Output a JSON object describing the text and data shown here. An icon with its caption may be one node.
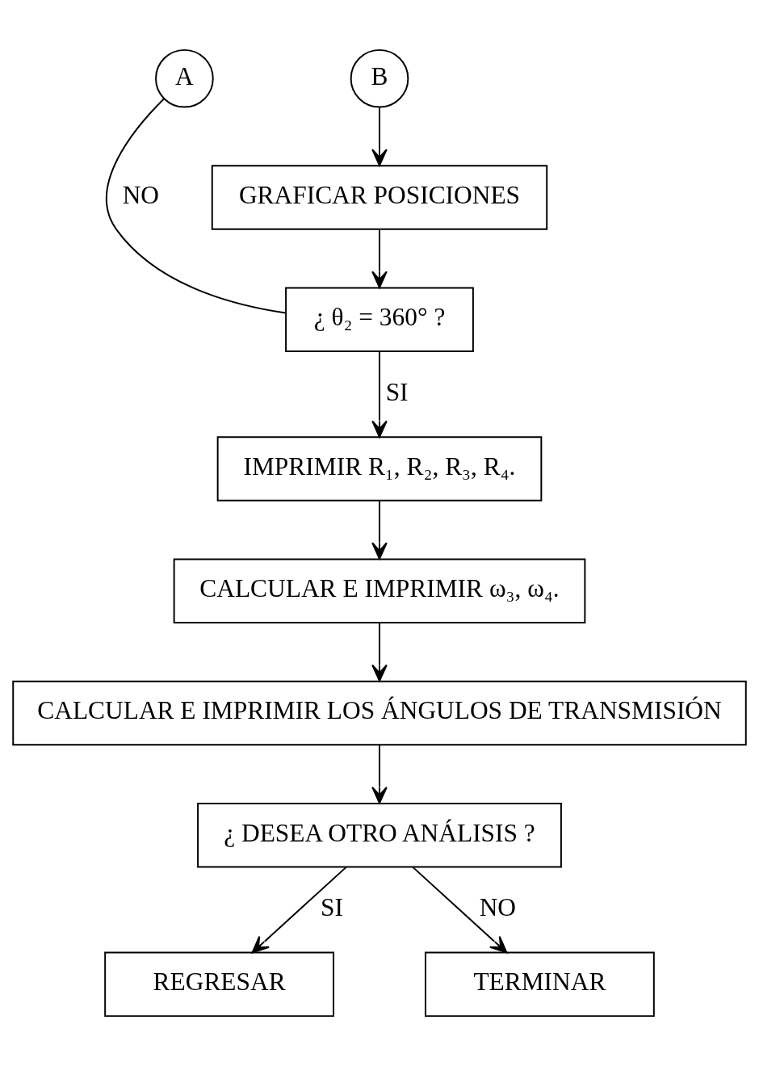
{
  "diagram": {
    "nodes": [
      {
        "text": [
          "A"
        ]
      },
      {
        "text": [
          "B"
        ]
      },
      {
        "text": [
          "GRAFICAR POSICIONES"
        ]
      },
      {
        "text": [
          "¿ θ₂ = 360° ?"
        ]
      },
      {
        "text": [
          "IMPRIMIR R₁, R₂, R₃, R₄."
        ]
      },
      {
        "text": [
          "CALCULAR E IMPRIMIR ω₃, ω₄."
        ]
      },
      {
        "text": [
          "CALCULAR E IMPRIMIR LOS ÁNGULOS DE TRANSMISIÓN"
        ]
      },
      {
        "text": [
          "¿ DESEA OTRO ANÁLISIS ?"
        ]
      },
      {
        "text": [
          "REGRESAR"
        ]
      },
      {
        "text": [
          "TERMINAR"
        ]
      }
    ],
    "edges": [
      {
        "from": 1,
        "to": 2,
        "arrow": "to"
      },
      {
        "from": 2,
        "to": 3,
        "arrow": "to"
      },
      {
        "from": 3,
        "to": 0,
        "arrow": "none",
        "label": "NO"
      },
      {
        "from": 3,
        "to": 4,
        "arrow": "to",
        "label": "SI"
      },
      {
        "from": 4,
        "to": 5,
        "arrow": "to"
      },
      {
        "from": 5,
        "to": 6,
        "arrow": "to"
      },
      {
        "from": 6,
        "to": 7,
        "arrow": "to"
      },
      {
        "from": 7,
        "to": 8,
        "arrow": "to",
        "label": "SI"
      },
      {
        "from": 7,
        "to": 9,
        "arrow": "to",
        "label": "NO"
      }
    ]
  }
}
